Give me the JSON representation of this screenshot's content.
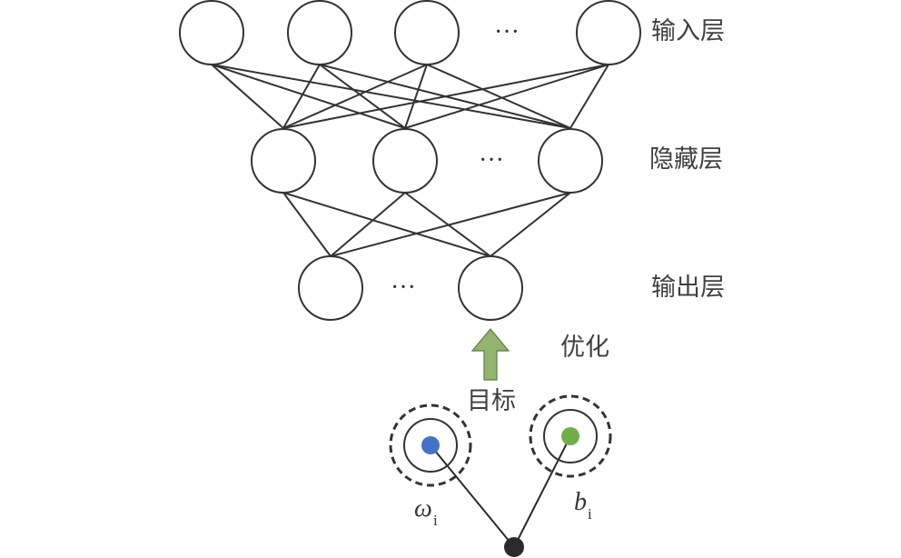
{
  "diagram": {
    "type": "neural-network-optimization",
    "layers": [
      {
        "id": "input",
        "label": "输入层",
        "node_count_shown": 4,
        "ellipsis": "···"
      },
      {
        "id": "hidden",
        "label": "隐藏层",
        "node_count_shown": 3,
        "ellipsis": "···"
      },
      {
        "id": "output",
        "label": "输出层",
        "node_count_shown": 2,
        "ellipsis": "···"
      }
    ],
    "optimization": {
      "side_label": "优化",
      "target_label": "目标",
      "arrow_color": "#93b46f"
    },
    "parameters": [
      {
        "symbol": "ω",
        "subscript": "i",
        "dot_color": "#4472c4"
      },
      {
        "symbol": "b",
        "subscript": "i",
        "dot_color": "#70ad47"
      }
    ],
    "colors": {
      "stroke": "#333333",
      "root_dot": "#2b2b2b"
    }
  }
}
